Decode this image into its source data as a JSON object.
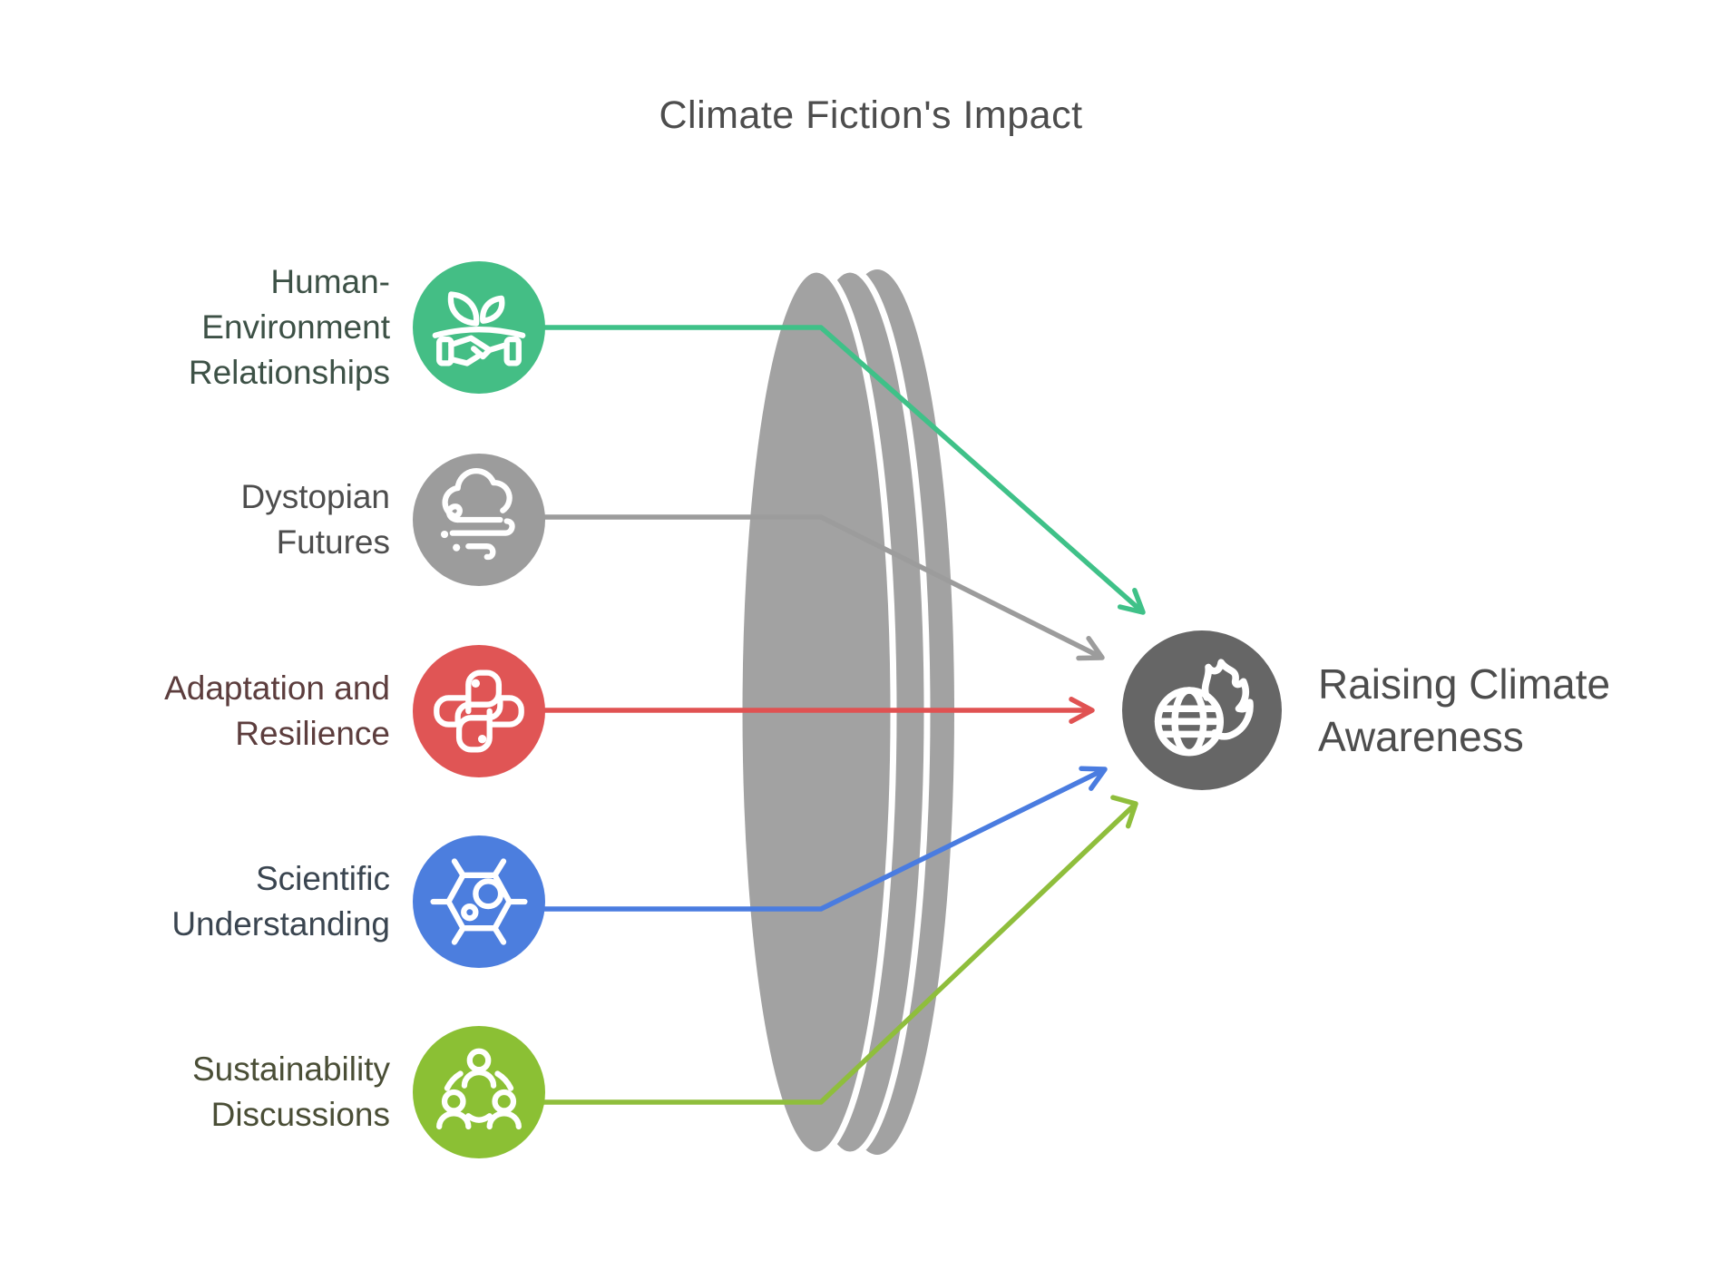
{
  "title": "Climate Fiction's Impact",
  "colors": {
    "background": "#FFFFFF",
    "lens": "#A2A2A2",
    "title_text": "#4D4D4D",
    "green": "#44BE85",
    "gray": "#9C9C9C",
    "red": "#E05555",
    "blue": "#4C7EDE",
    "olive": "#8BC034",
    "target": "#666666"
  },
  "rows": [
    {
      "label": "Human-Environment Relationships",
      "lines": [
        "Human-",
        "Environment",
        "Relationships"
      ],
      "icon": "handshake-plant-icon",
      "circle_color": "#44BE85",
      "line_color": "#3FC188",
      "text_color": "#3D5146"
    },
    {
      "label": "Dystopian Futures",
      "lines": [
        "Dystopian",
        "Futures"
      ],
      "icon": "storm-cloud-wind-icon",
      "circle_color": "#9C9C9C",
      "line_color": "#9C9C9C",
      "text_color": "#4D4D4D"
    },
    {
      "label": "Adaptation and Resilience",
      "lines": [
        "Adaptation and",
        "Resilience"
      ],
      "icon": "python-icon",
      "circle_color": "#E05555",
      "line_color": "#E05252",
      "text_color": "#5C3D3D"
    },
    {
      "label": "Scientific Understanding",
      "lines": [
        "Scientific",
        "Understanding"
      ],
      "icon": "molecule-hexagon-icon",
      "circle_color": "#4C7EDE",
      "line_color": "#4A7CE0",
      "text_color": "#3A4550"
    },
    {
      "label": "Sustainability Discussions",
      "lines": [
        "Sustainability",
        "Discussions"
      ],
      "icon": "group-discussion-icon",
      "circle_color": "#8BC034",
      "line_color": "#8FBE3C",
      "text_color": "#4A4E36"
    }
  ],
  "target": {
    "label": "Raising Climate Awareness",
    "lines": [
      "Raising Climate",
      "Awareness"
    ],
    "icon": "burning-globe-icon",
    "circle_color": "#666666",
    "text_color": "#4D4D4D"
  }
}
